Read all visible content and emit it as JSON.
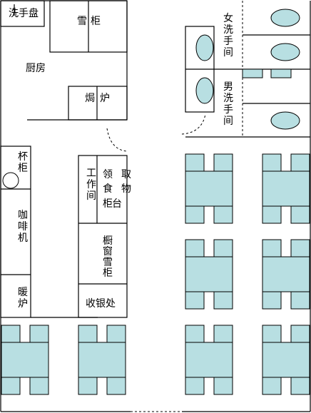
{
  "colors": {
    "furniture_fill": "#b8dfe2",
    "line": "#000000",
    "background": "#ffffff"
  },
  "rooms": {
    "dish_rack": "洗手盘",
    "fridge_left": "雪",
    "fridge_right": "柜",
    "kitchen": "厨房",
    "stove_left": "焗",
    "stove_right": "炉",
    "womens_restroom": [
      "女",
      "洗",
      "手",
      "间"
    ],
    "mens_restroom": [
      "男",
      "洗",
      "手",
      "间"
    ],
    "cup_cabinet": [
      "杯",
      "柜"
    ],
    "coffee_machine": [
      "咖",
      "啡",
      "机"
    ],
    "warmer": [
      "暖",
      "炉"
    ],
    "workroom": [
      "工",
      "作",
      "间"
    ],
    "pickup_counter": {
      "col1": [
        "领",
        "食",
        "柜"
      ],
      "col2": [
        "取",
        "物",
        "台"
      ]
    },
    "display_fridge": [
      "橱",
      "窗",
      "雪",
      "柜"
    ],
    "cashier": "收银处"
  }
}
